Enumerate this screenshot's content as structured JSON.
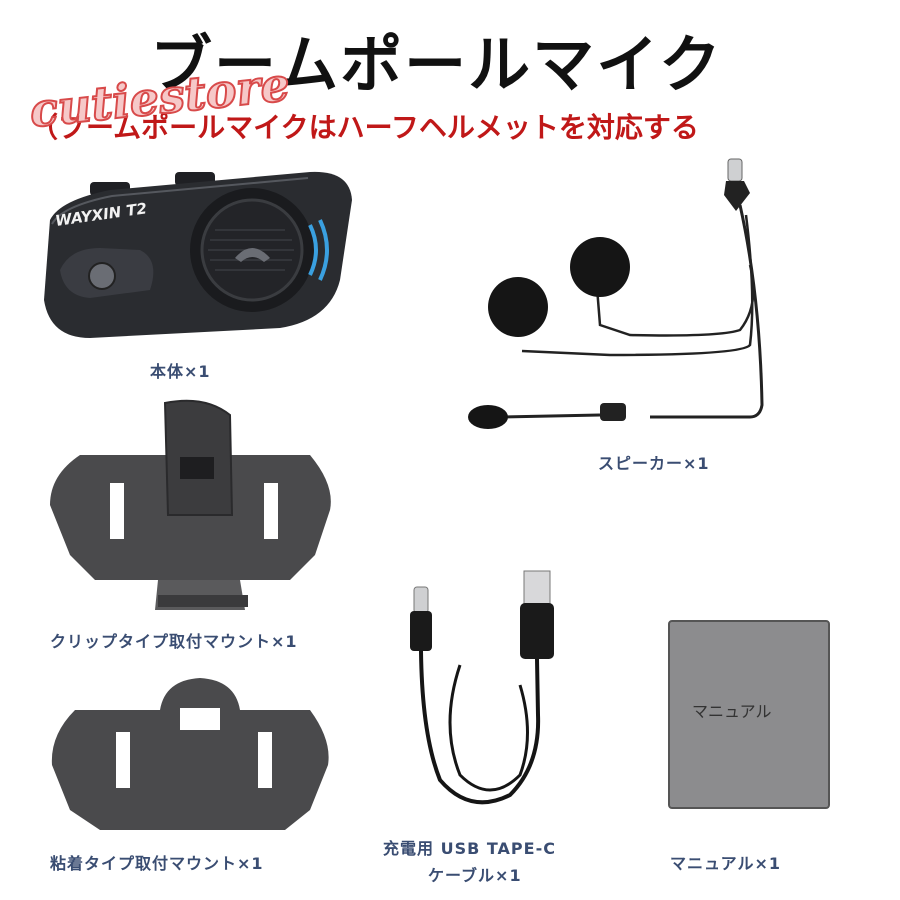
{
  "header": {
    "title": "ブームポールマイク",
    "subtitle": "（ブームポールマイクはハーフヘルメットを対応する",
    "watermark": "cutiestore"
  },
  "device": {
    "brand_text": "WAYXIN T2",
    "label": "本体×1"
  },
  "speaker": {
    "label": "スピーカー×1"
  },
  "clip_mount": {
    "label": "クリップタイプ取付マウント×1"
  },
  "adhesive_mount": {
    "label": "粘着タイプ取付マウント×1"
  },
  "cable": {
    "label_line1": "充電用 USB TAPE-C",
    "label_line2": "ケーブル×1"
  },
  "manual": {
    "cover_text": "マニュアル",
    "label": "マニュアル×1"
  },
  "colors": {
    "title": "#111111",
    "subtitle": "#c01818",
    "labels": "#3a4d72",
    "device_body": "#2a2c30",
    "accent_blue": "#3aa0e0",
    "mount_gray": "#4a4a4c",
    "manual_gray": "#8c8c8e"
  }
}
